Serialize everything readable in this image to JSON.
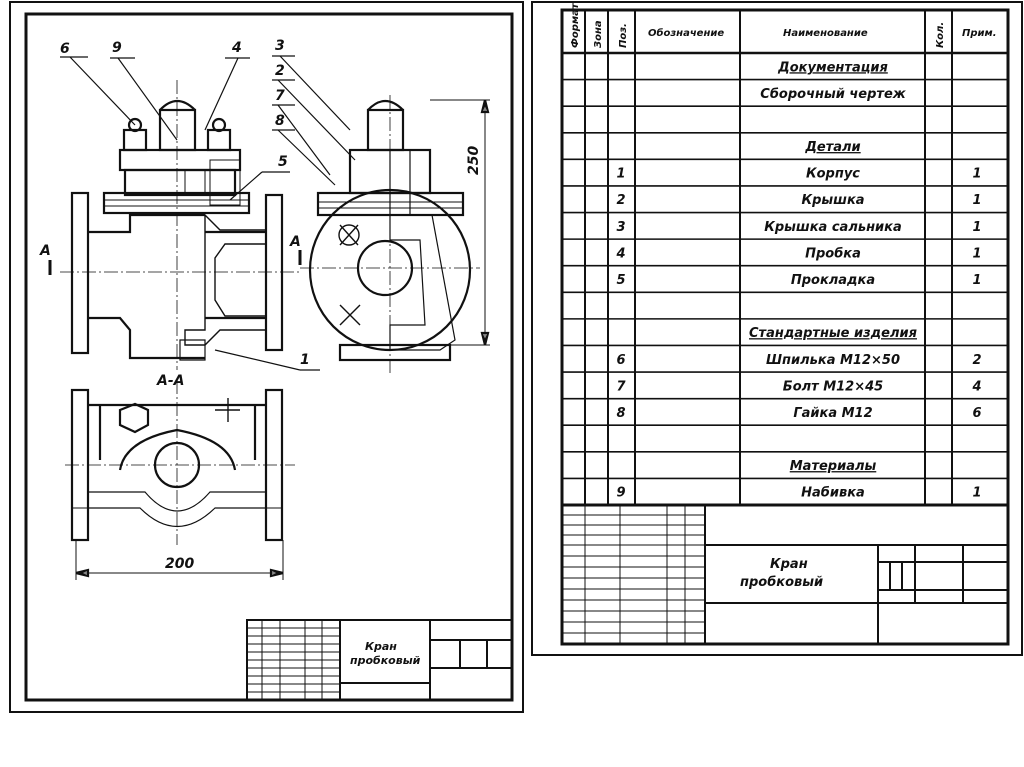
{
  "drawing": {
    "part_labels": [
      "6",
      "9",
      "4",
      "3",
      "2",
      "7",
      "8",
      "5",
      "1"
    ],
    "dimension_height": "250",
    "dimension_width": "200",
    "section_label": "А-А",
    "cut_label": "А",
    "title_block_name": [
      "Кран",
      "пробковый"
    ]
  },
  "spec": {
    "headers": {
      "format": "Формат",
      "zone": "Зона",
      "pos": "Поз.",
      "designation": "Обозначение",
      "name": "Наименование",
      "qty": "Кол.",
      "note": "Прим."
    },
    "rows": [
      {
        "pos": "",
        "name": "Документация",
        "qty": "",
        "heading": true
      },
      {
        "pos": "",
        "name": "Сборочный чертеж",
        "qty": ""
      },
      {
        "pos": "",
        "name": "",
        "qty": ""
      },
      {
        "pos": "",
        "name": "Детали",
        "qty": "",
        "heading": true
      },
      {
        "pos": "1",
        "name": "Корпус",
        "qty": "1"
      },
      {
        "pos": "2",
        "name": "Крышка",
        "qty": "1"
      },
      {
        "pos": "3",
        "name": "Крышка сальника",
        "qty": "1"
      },
      {
        "pos": "4",
        "name": "Пробка",
        "qty": "1"
      },
      {
        "pos": "5",
        "name": "Прокладка",
        "qty": "1"
      },
      {
        "pos": "",
        "name": "",
        "qty": ""
      },
      {
        "pos": "",
        "name": "Стандартные изделия",
        "qty": "",
        "heading": true
      },
      {
        "pos": "6",
        "name": "Шпилька М12×50",
        "qty": "2"
      },
      {
        "pos": "7",
        "name": "Болт М12×45",
        "qty": "4"
      },
      {
        "pos": "8",
        "name": "Гайка М12",
        "qty": "6"
      },
      {
        "pos": "",
        "name": "",
        "qty": ""
      },
      {
        "pos": "",
        "name": "Материалы",
        "qty": "",
        "heading": true
      },
      {
        "pos": "9",
        "name": "Набивка",
        "qty": "1"
      }
    ],
    "title_block_name": [
      "Кран",
      "пробковый"
    ]
  }
}
